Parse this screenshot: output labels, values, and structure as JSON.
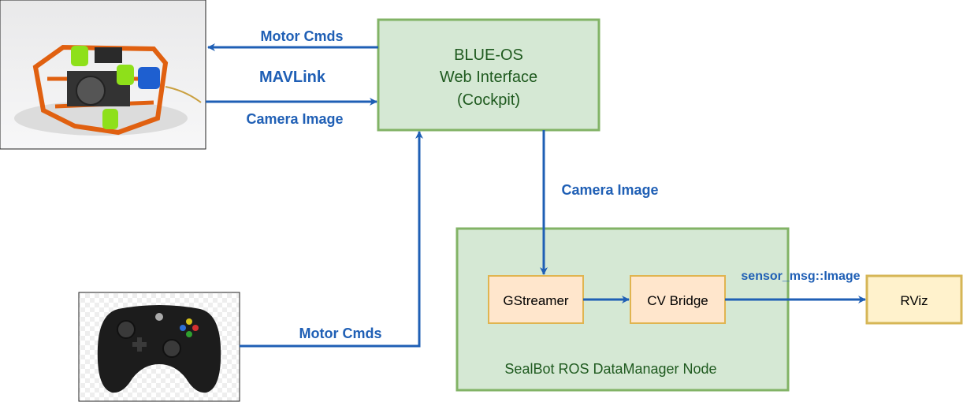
{
  "nodes": {
    "blueos": {
      "lines": [
        "BLUE-OS",
        "Web Interface",
        "(Cockpit)"
      ]
    },
    "node_box": {
      "label": "SealBot ROS DataManager Node"
    },
    "gstreamer": {
      "label": "GStreamer"
    },
    "cvbridge": {
      "label": "CV Bridge"
    },
    "rviz": {
      "label": "RViz"
    }
  },
  "edges": {
    "motor_cmds_top": "Motor Cmds",
    "mavlink": "MAVLink",
    "camera_image_left": "Camera Image",
    "camera_image_down": "Camera Image",
    "sensor_msg": "sensor_msg::Image",
    "motor_cmds_bottom": "Motor Cmds"
  },
  "images": {
    "robot_photo": "rov-robot-photo",
    "controller_photo": "gamepad-controller-photo"
  },
  "colors": {
    "arrow": "#1f5fb5",
    "label": "#1f5fb5",
    "green_fill": "#d5e8d4",
    "green_stroke": "#82b366",
    "green_text": "#1f5a1f",
    "orange_fill": "#ffe6cc",
    "orange_stroke": "#e0b450",
    "yellow_fill": "#fff2cc",
    "yellow_stroke": "#d6b656"
  }
}
